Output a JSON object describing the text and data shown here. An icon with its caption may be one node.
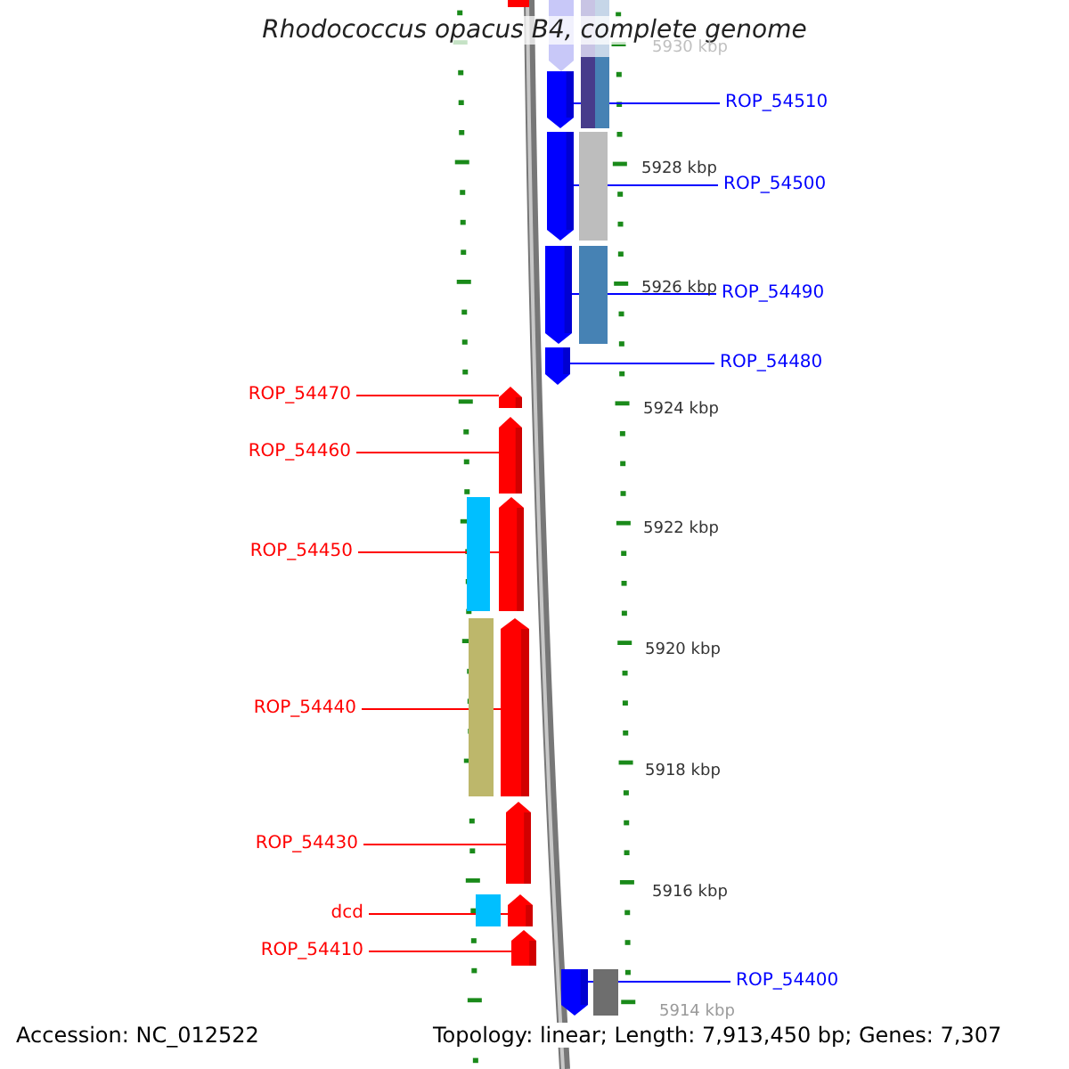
{
  "diagram": {
    "title": "Rhodococcus opacus B4, complete genome",
    "nodes": [
      {
        "text": [
          "ROP_54510"
        ]
      },
      {
        "text": [],
        "shape": "pentagon"
      },
      {
        "text": [
          "ROP_54500"
        ]
      },
      {
        "text": [],
        "shape": "pentagon"
      },
      {
        "text": [
          "ROP_54490"
        ]
      },
      {
        "text": [],
        "shape": "pentagon"
      },
      {
        "text": [
          "ROP_54480"
        ]
      },
      {
        "text": [],
        "shape": "pentagon"
      },
      {
        "text": [
          "ROP_54470"
        ]
      },
      {
        "text": [],
        "shape": "pentagon"
      },
      {
        "text": [
          "ROP_54460"
        ]
      },
      {
        "text": [],
        "shape": "pentagon"
      },
      {
        "text": [
          "ROP_54450"
        ]
      },
      {
        "text": [],
        "shape": "pentagon"
      },
      {
        "text": [
          "ROP_54440"
        ]
      },
      {
        "text": [],
        "shape": "pentagon"
      },
      {
        "text": [
          "ROP_54430"
        ]
      },
      {
        "text": [],
        "shape": "pentagon"
      },
      {
        "text": [
          "dcd"
        ]
      },
      {
        "text": [],
        "shape": "pentagon"
      },
      {
        "text": [
          "ROP_54410"
        ]
      },
      {
        "text": [],
        "shape": "pentagon"
      },
      {
        "text": [
          "ROP_54400"
        ]
      },
      {
        "text": [],
        "shape": "pentagon"
      }
    ],
    "edges": [
      {
        "from": 0,
        "to": 1,
        "arrow": "none",
        "color": "#0000ff"
      },
      {
        "from": 2,
        "to": 3,
        "arrow": "none",
        "color": "#0000ff"
      },
      {
        "from": 4,
        "to": 5,
        "arrow": "none",
        "color": "#0000ff"
      },
      {
        "from": 6,
        "to": 7,
        "arrow": "none",
        "color": "#0000ff"
      },
      {
        "from": 8,
        "to": 9,
        "arrow": "none"
      },
      {
        "from": 10,
        "to": 11,
        "arrow": "none"
      },
      {
        "from": 12,
        "to": 13,
        "arrow": "none"
      },
      {
        "from": 14,
        "to": 15,
        "arrow": "none"
      },
      {
        "from": 16,
        "to": 17,
        "arrow": "none"
      },
      {
        "from": 18,
        "to": 19,
        "arrow": "none"
      },
      {
        "from": 20,
        "to": 21,
        "arrow": "none"
      },
      {
        "from": 22,
        "to": 23,
        "arrow": "none",
        "color": "#0000ff"
      }
    ],
    "labels": [
      "5930 kbp",
      "5928 kbp",
      "5926 kbp",
      "5924 kbp",
      "5922 kbp",
      "5920 kbp",
      "5918 kbp",
      "5916 kbp",
      "5914 kbp",
      "Accession: NC_012522",
      "Topology: linear; Length: 7,913,450 bp; Genes: 7,307"
    ]
  }
}
